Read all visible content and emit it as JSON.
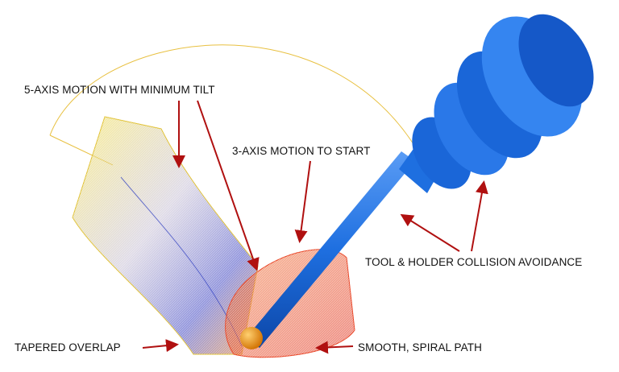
{
  "labels": {
    "five_axis": "5-AXIS MOTION WITH MINIMUM TILT",
    "three_axis": "3-AXIS MOTION TO START",
    "collision": "TOOL & HOLDER COLLISION AVOIDANCE",
    "tapered": "TAPERED OVERLAP",
    "spiral": "SMOOTH, SPIRAL PATH"
  },
  "colors": {
    "arrow": "#b01010",
    "tool": "#1e6fe0",
    "path_yellow": "#f0d020",
    "path_blue": "#3040c0",
    "path_orange": "#f05010"
  }
}
